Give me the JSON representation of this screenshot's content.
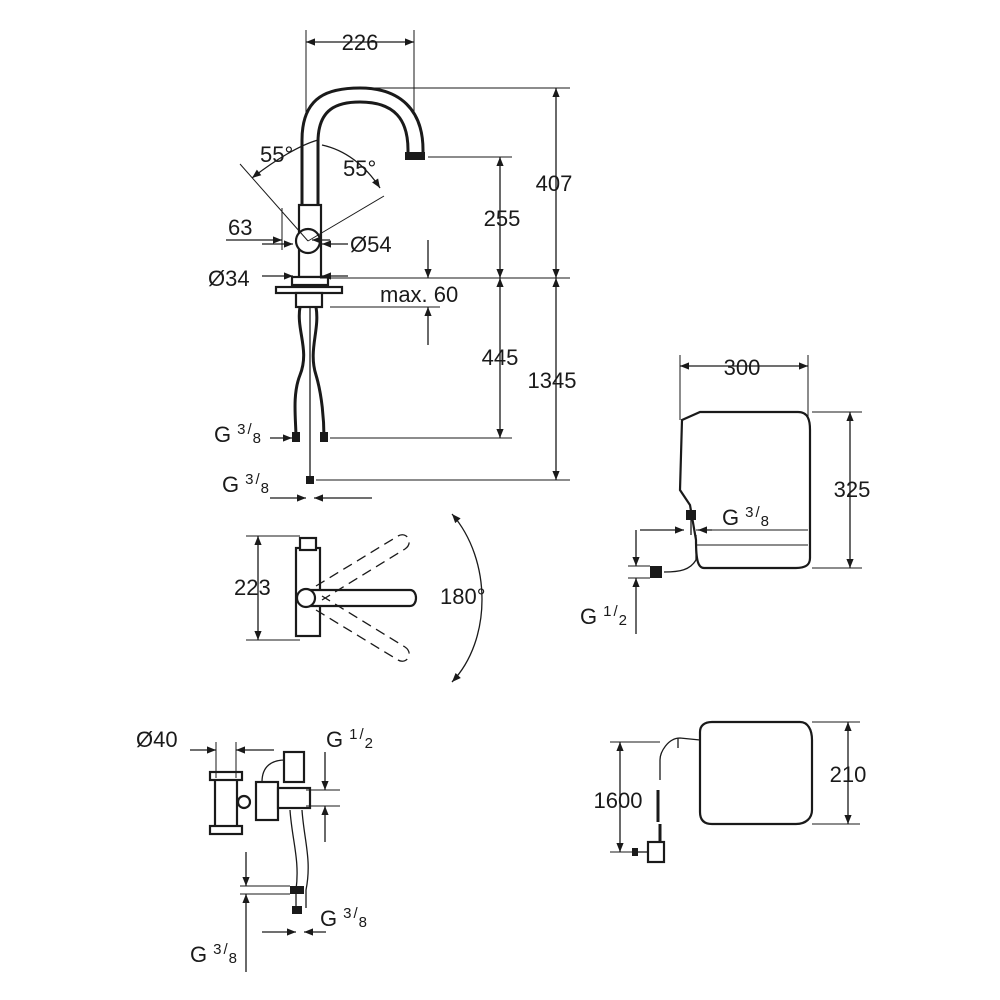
{
  "faucet_elevation": {
    "spout_reach": "226",
    "angle_left": "55°",
    "angle_right": "55°",
    "total_height": "407",
    "spout_height": "255",
    "handle_offset": "63",
    "handle_diameter": "Ø54",
    "shank_diameter": "Ø34",
    "max_thickness": "max. 60",
    "hose_length_short": "445",
    "hose_length_total": "1345",
    "connector_upper": {
      "base": "G",
      "sup": "3",
      "sub": "8"
    },
    "connector_lower": {
      "base": "G",
      "sup": "3",
      "sub": "8"
    }
  },
  "faucet_plan": {
    "handle_height": "223",
    "swivel_angle": "180°"
  },
  "valve_assembly": {
    "diameter": "Ø40",
    "connector_top": {
      "base": "G",
      "sup": "1",
      "sub": "2"
    },
    "connector_right": {
      "base": "G",
      "sup": "3",
      "sub": "8"
    },
    "connector_bottom": {
      "base": "G",
      "sup": "3",
      "sub": "8"
    }
  },
  "boiler_front": {
    "width": "300",
    "height": "325",
    "connector_outlet": {
      "base": "G",
      "sup": "3",
      "sub": "8"
    },
    "connector_inlet": {
      "base": "G",
      "sup": "1",
      "sub": "2"
    }
  },
  "boiler_side": {
    "cable_length": "1600",
    "depth": "210"
  }
}
